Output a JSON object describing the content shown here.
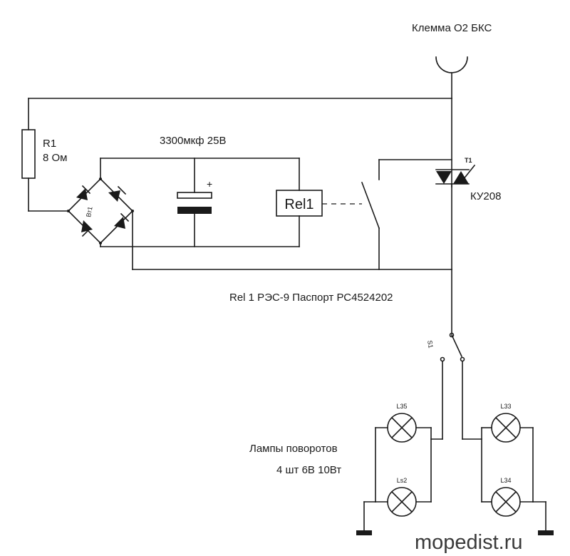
{
  "labels": {
    "terminal": "Клемма О2 БКС",
    "r1_name": "R1",
    "r1_value": "8 Ом",
    "capacitor": "3300мкф 25В",
    "cap_plus": "+",
    "bridge": "Вт1",
    "relay": "Rel1",
    "triac_ref": "T1",
    "triac_type": "КУ208",
    "relay_note": "Rel 1 РЭС-9  Паспорт РС4524202",
    "switch": "S1",
    "lamp_tl": "L35",
    "lamp_bl": "Ls2",
    "lamp_tr": "L33",
    "lamp_br": "L34",
    "lamps_line1": "Лампы поворотов",
    "lamps_line2": "4 шт 6В 10Вт",
    "watermark": "mopedist.ru"
  }
}
